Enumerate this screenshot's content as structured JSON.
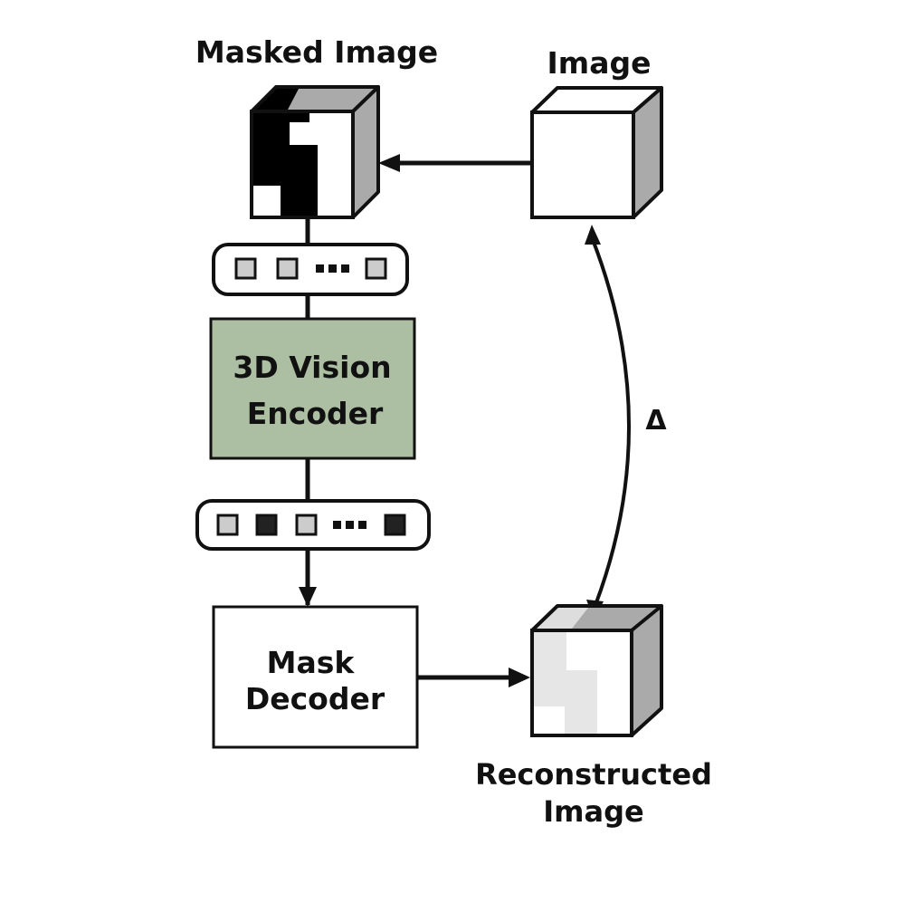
{
  "labels": {
    "masked_image": "Masked Image",
    "image": "Image",
    "encoder_line1": "3D Vision",
    "encoder_line2": "Encoder",
    "decoder_line1": "Mask",
    "decoder_line2": "Decoder",
    "reconstructed_line1": "Reconstructed",
    "reconstructed_line2": "Image",
    "delta": "Δ",
    "ellipsis": "▪▪▪"
  },
  "colors": {
    "encoder_fill": "#adbfa2",
    "token_light": "#cccccc",
    "token_dark": "#222222",
    "cube_side": "#aaaaaa",
    "mask_black": "#000000",
    "reconstruct_patch": "#e6e6e6",
    "stroke": "#111111"
  }
}
